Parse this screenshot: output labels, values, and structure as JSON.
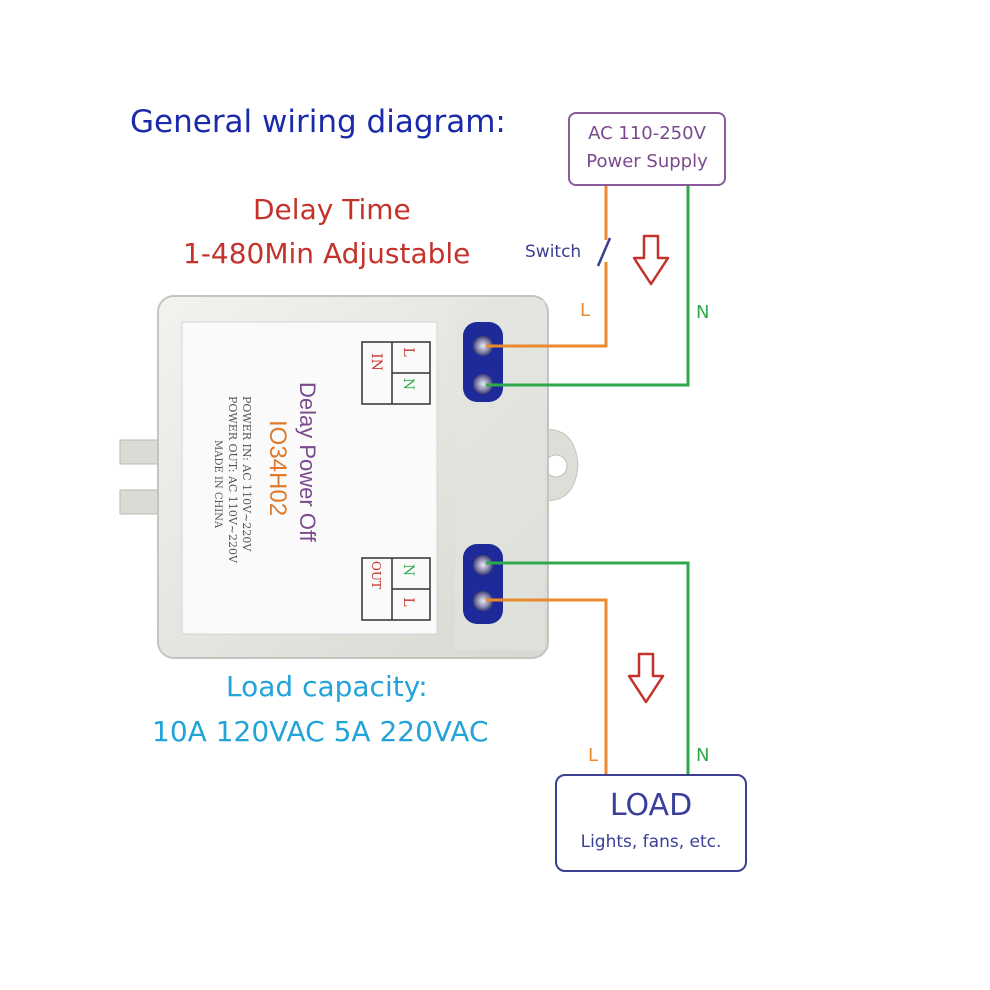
{
  "title": "General wiring diagram:",
  "delay": {
    "line1": "Delay Time",
    "line2": "1-480Min Adjustable"
  },
  "load_capacity": {
    "line1": "Load capacity:",
    "line2": "10A 120VAC 5A 220VAC"
  },
  "power_supply": {
    "line1": "AC 110-250V",
    "line2": "Power Supply"
  },
  "switch_label": "Switch",
  "wire_labels": {
    "top_l": "L",
    "top_n": "N",
    "bottom_l": "L",
    "bottom_n": "N"
  },
  "load": {
    "title": "LOAD",
    "subtitle": "Lights, fans, etc."
  },
  "device": {
    "in_label": "IN",
    "out_label": "OUT",
    "terminal_l": "L",
    "terminal_n": "N",
    "name": "Delay Power Off",
    "model": "IO34H02",
    "power_in": "POWER IN: AC 110V~220V",
    "power_out": "POWER OUT: AC 110V~220V",
    "made_in": "MADE IN CHINA"
  },
  "colors": {
    "title": "#1a2aa8",
    "delay": "#c4322b",
    "capacity": "#23a3d8",
    "live_wire": "#e98a2e",
    "neutral_wire": "#2fa84c",
    "psu_border": "#8b5a9a",
    "load_border": "#3a3f8f",
    "arrow": "#c4322b"
  }
}
